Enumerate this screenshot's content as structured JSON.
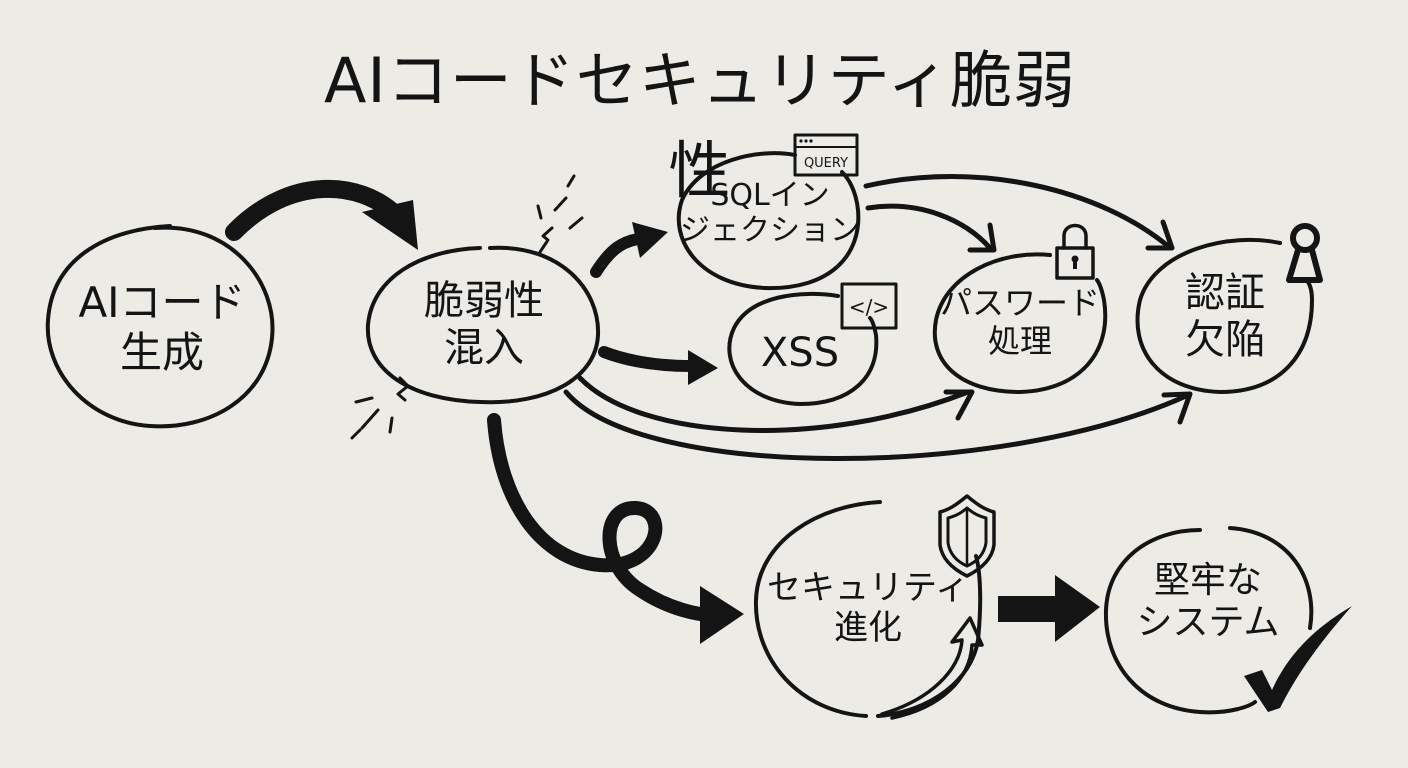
{
  "title": "AIコードセキュリティ脆弱性",
  "nodes": {
    "ai_code": {
      "line1": "AIコード",
      "line2": "生成"
    },
    "vuln_mix": {
      "line1": "脆弱性",
      "line2": "混入"
    },
    "sql": {
      "line1": "SQLイン",
      "line2": "ジェクション",
      "badge": "QUERY"
    },
    "xss": {
      "line1": "XSS",
      "badge": "</>"
    },
    "password": {
      "line1": "パスワード",
      "line2": "処理"
    },
    "auth": {
      "line1": "認証",
      "line2": "欠陥"
    },
    "evolution": {
      "line1": "セキュリティ",
      "line2": "進化"
    },
    "robust": {
      "line1": "堅牢な",
      "line2": "システム"
    }
  },
  "icons": {
    "query": "browser-window-icon",
    "xss": "code-tag-icon",
    "password": "padlock-icon",
    "auth": "keyhole-icon",
    "evolution": "shield-icon",
    "robust": "checkmark-icon"
  },
  "colors": {
    "ink": "#141414",
    "paper": "#ecebe5"
  }
}
